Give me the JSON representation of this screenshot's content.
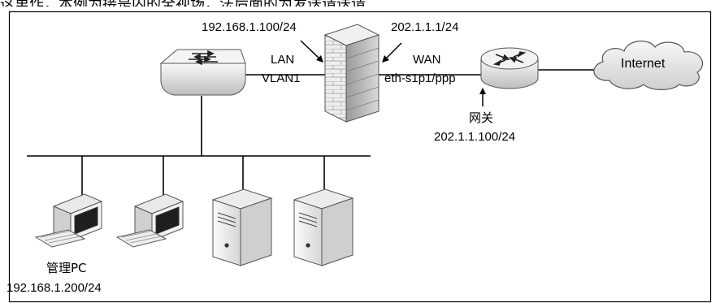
{
  "header_text": "这里作，本例为接是内的全视场，法后面的为发送请送请",
  "labels": {
    "fw_lan_ip": "192.168.1.100/24",
    "fw_wan_ip": "202.1.1.1/24",
    "lan_port": "LAN",
    "lan_vlan": "VLAN1",
    "wan_port": "WAN",
    "wan_iface": "eth-s1p1/ppp",
    "gateway_label": "网关",
    "gateway_ip": "202.1.1.100/24",
    "internet": "Internet",
    "admin_pc_label": "管理PC",
    "admin_pc_ip": "192.168.1.200/24"
  },
  "colors": {
    "frame": "#000000",
    "device_light": "#f2f2f2",
    "device_mid": "#cfcfcf",
    "device_dark": "#8a8a8a",
    "screen": "#1a1a1a",
    "cloud": "#e6e6e6"
  },
  "devices": {
    "switch": "switch-icon",
    "firewall": "firewall-icon",
    "router": "router-icon",
    "cloud": "cloud-icon",
    "pcs": [
      "pc-icon",
      "pc-icon"
    ],
    "servers": [
      "server-icon",
      "server-icon"
    ]
  }
}
